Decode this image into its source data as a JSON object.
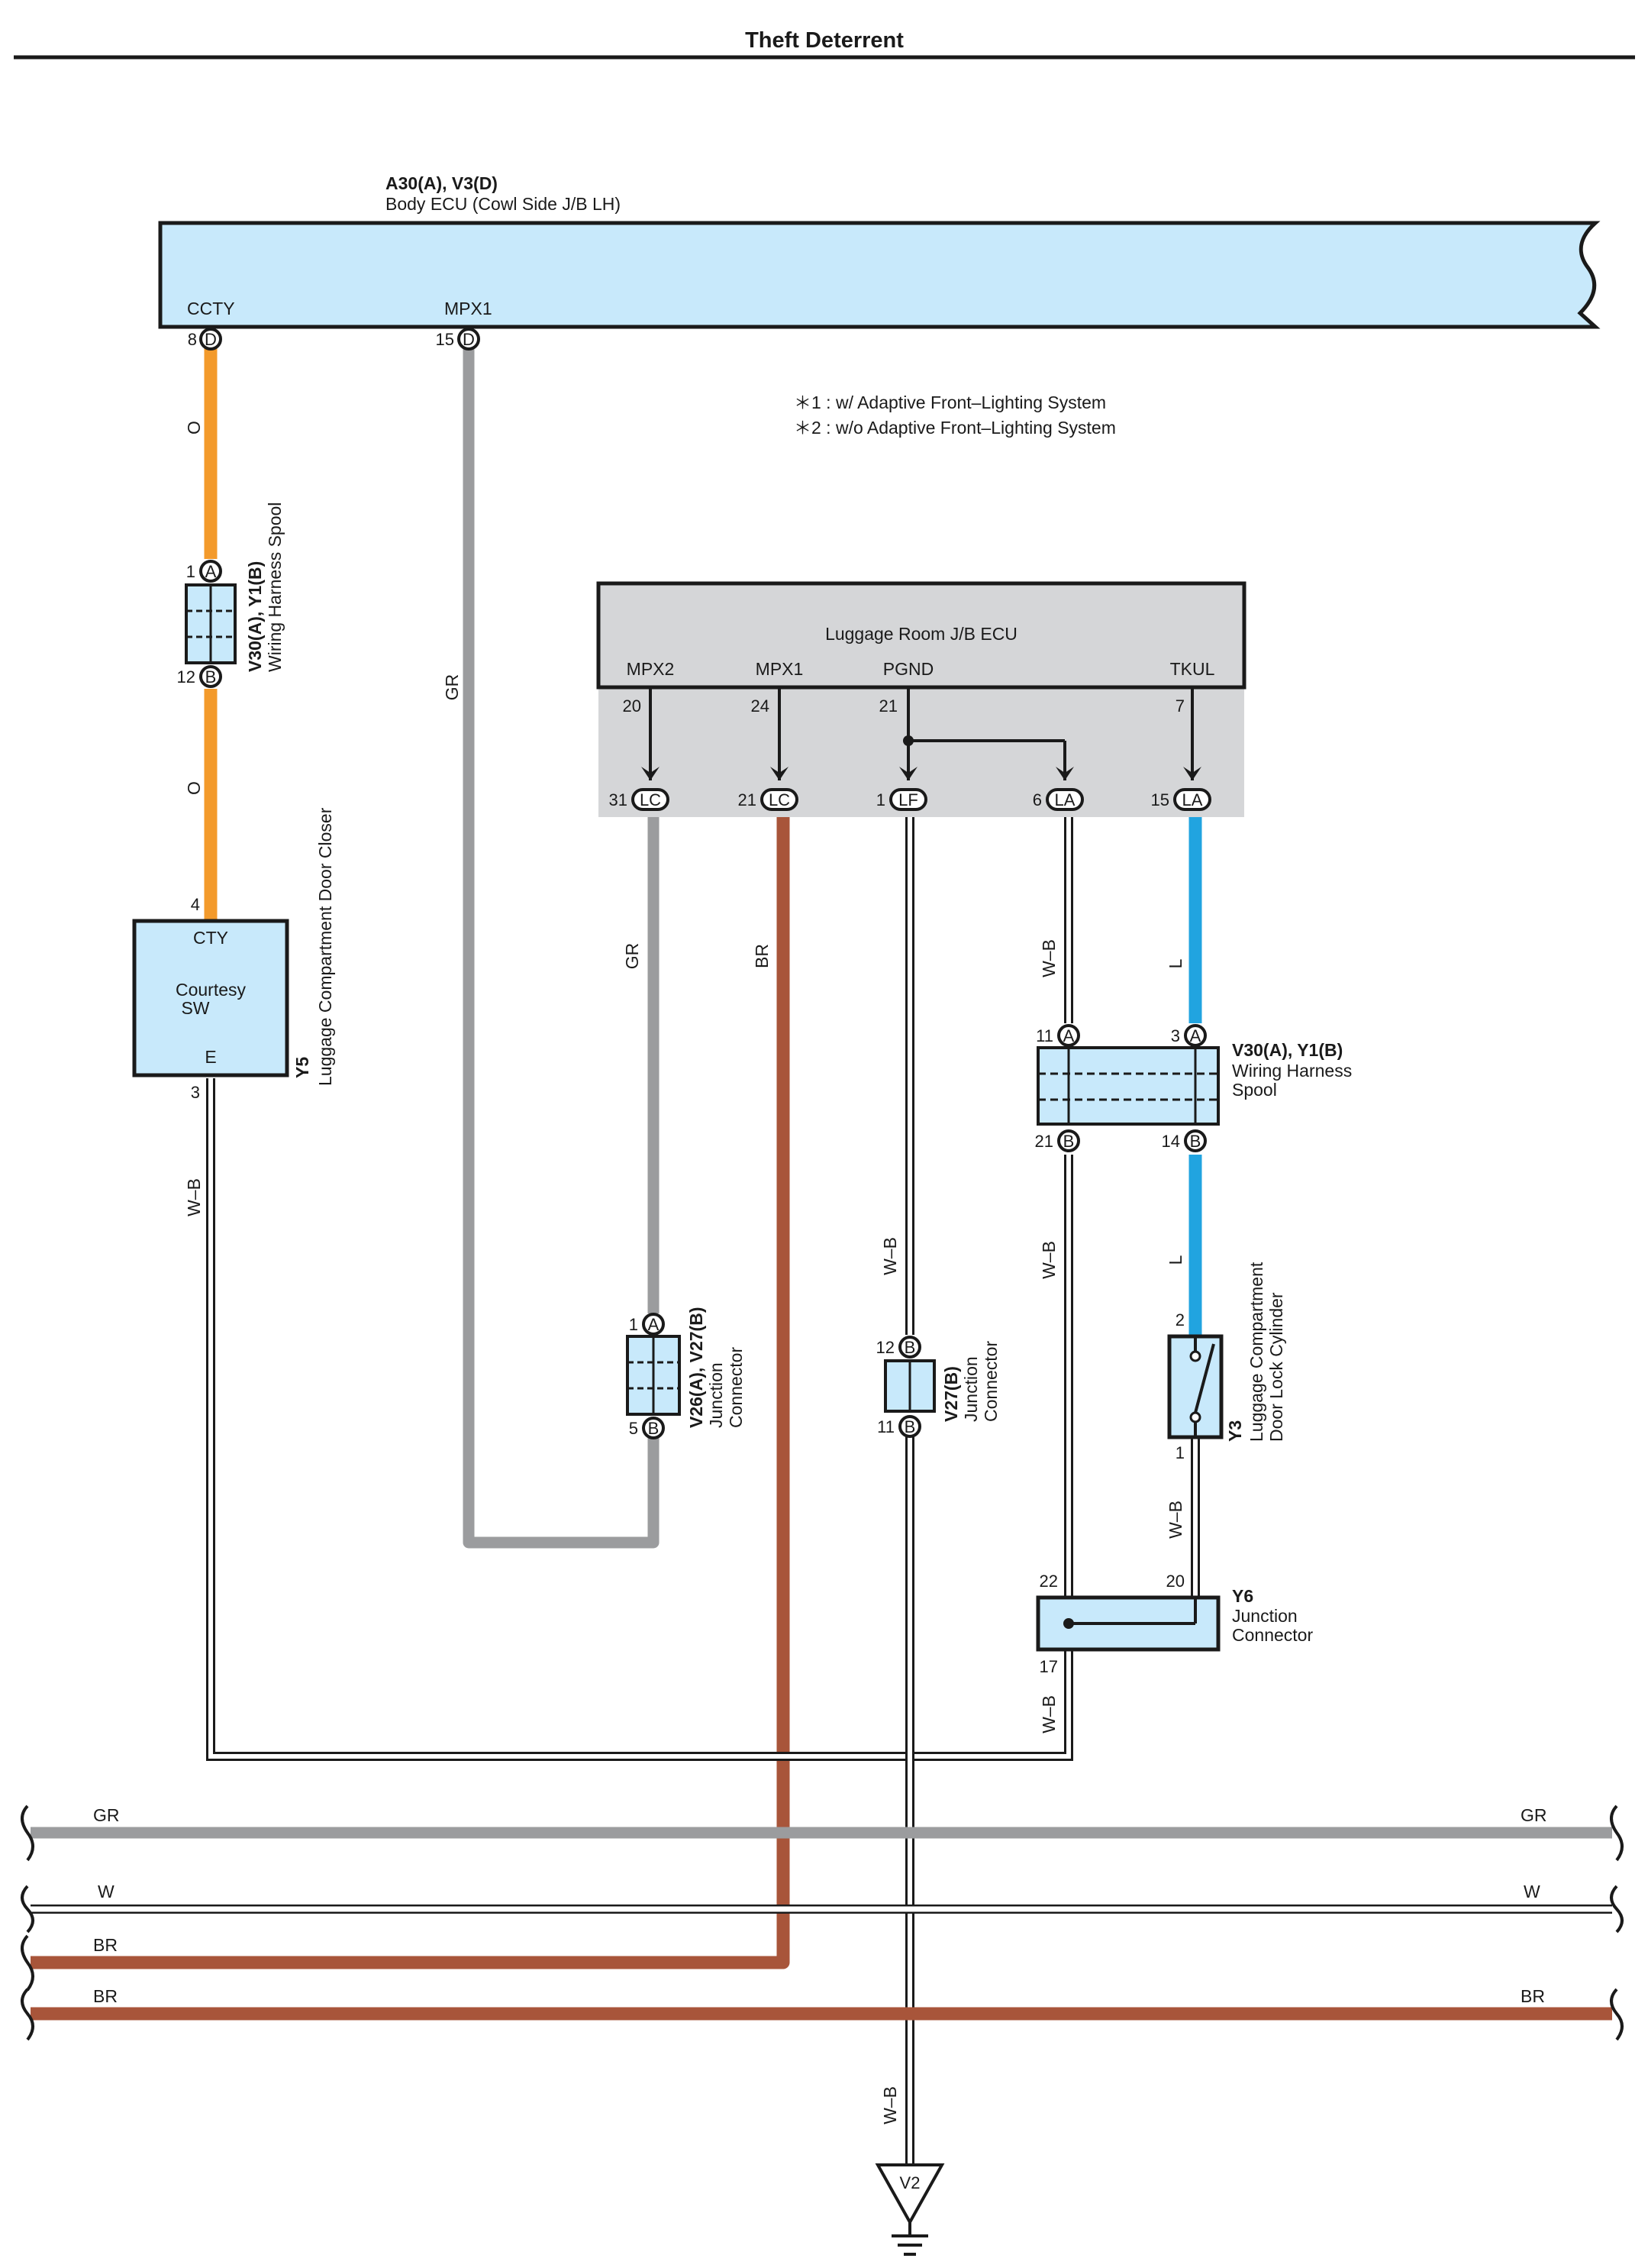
{
  "title": "Theft Deterrent",
  "colors": {
    "O": "#f39a2b",
    "GR": "#9b9c9e",
    "BR": "#a8553a",
    "L": "#21a4e0",
    "module_fill": "#c8e9fb",
    "ecu_fill": "#d5d6d8",
    "ink": "#1a1a1a"
  },
  "notes": [
    "＊1 : w/ Adaptive Front–Lighting System",
    "＊2 : w/o Adaptive Front–Lighting System"
  ],
  "body_ecu": {
    "code": "A30(A), V3(D)",
    "name": "Body ECU (Cowl Side J/B LH)",
    "terminals": [
      {
        "name": "CCTY",
        "pin": "8",
        "conn": "D"
      },
      {
        "name": "MPX1",
        "pin": "15",
        "conn": "D"
      }
    ]
  },
  "luggage_ecu": {
    "name": "Luggage Room J/B ECU",
    "terminals": [
      {
        "name": "MPX2",
        "pin": "20",
        "ext_pin": "31",
        "conn": "LC"
      },
      {
        "name": "MPX1",
        "pin": "24",
        "ext_pin": "21",
        "conn": "LC"
      },
      {
        "name": "PGND",
        "pin": "21",
        "ext_pin": "1",
        "conn": "LF"
      },
      {
        "name": "",
        "pin": "",
        "ext_pin": "6",
        "conn": "LA"
      },
      {
        "name": "TKUL",
        "pin": "7",
        "ext_pin": "15",
        "conn": "LA"
      }
    ]
  },
  "spool_left": {
    "code": "V30(A), Y1(B)",
    "name": "Wiring Harness Spool",
    "pin_top": "1",
    "conn_top": "A",
    "pin_bot": "12",
    "conn_bot": "B"
  },
  "spool_right": {
    "code": "V30(A), Y1(B)",
    "name_l1": "Wiring Harness",
    "name_l2": "Spool",
    "pins": [
      {
        "pin": "11",
        "conn": "A"
      },
      {
        "pin": "3",
        "conn": "A"
      },
      {
        "pin": "21",
        "conn": "B"
      },
      {
        "pin": "14",
        "conn": "B"
      }
    ]
  },
  "y5": {
    "code": "Y5",
    "name": "Luggage Compartment Door Closer",
    "sw_top": "CTY",
    "sw_name_l1": "Courtesy",
    "sw_name_l2": "SW",
    "sw_bot": "E",
    "pin_top": "4",
    "pin_bot": "3"
  },
  "v26": {
    "code": "V26(A), V27(B)",
    "name_l1": "Junction",
    "name_l2": "Connector",
    "pin_top": "1",
    "conn_top": "A",
    "pin_bot": "5",
    "conn_bot": "B"
  },
  "v27": {
    "code": "V27(B)",
    "name_l1": "Junction",
    "name_l2": "Connector",
    "pin_top": "12",
    "conn_top": "B",
    "pin_bot": "11",
    "conn_bot": "B"
  },
  "y3": {
    "code": "Y3",
    "name_l1": "Luggage Compartment",
    "name_l2": "Door Lock Cylinder",
    "pin_top": "2",
    "pin_bot": "1"
  },
  "y6": {
    "code": "Y6",
    "name_l1": "Junction",
    "name_l2": "Connector",
    "pin_a": "22",
    "pin_b": "20",
    "pin_c": "17"
  },
  "ground": {
    "code": "V2"
  },
  "wire_labels": {
    "o": "O",
    "gr": "GR",
    "br": "BR",
    "wb": "W–B",
    "l": "L",
    "w": "W"
  }
}
